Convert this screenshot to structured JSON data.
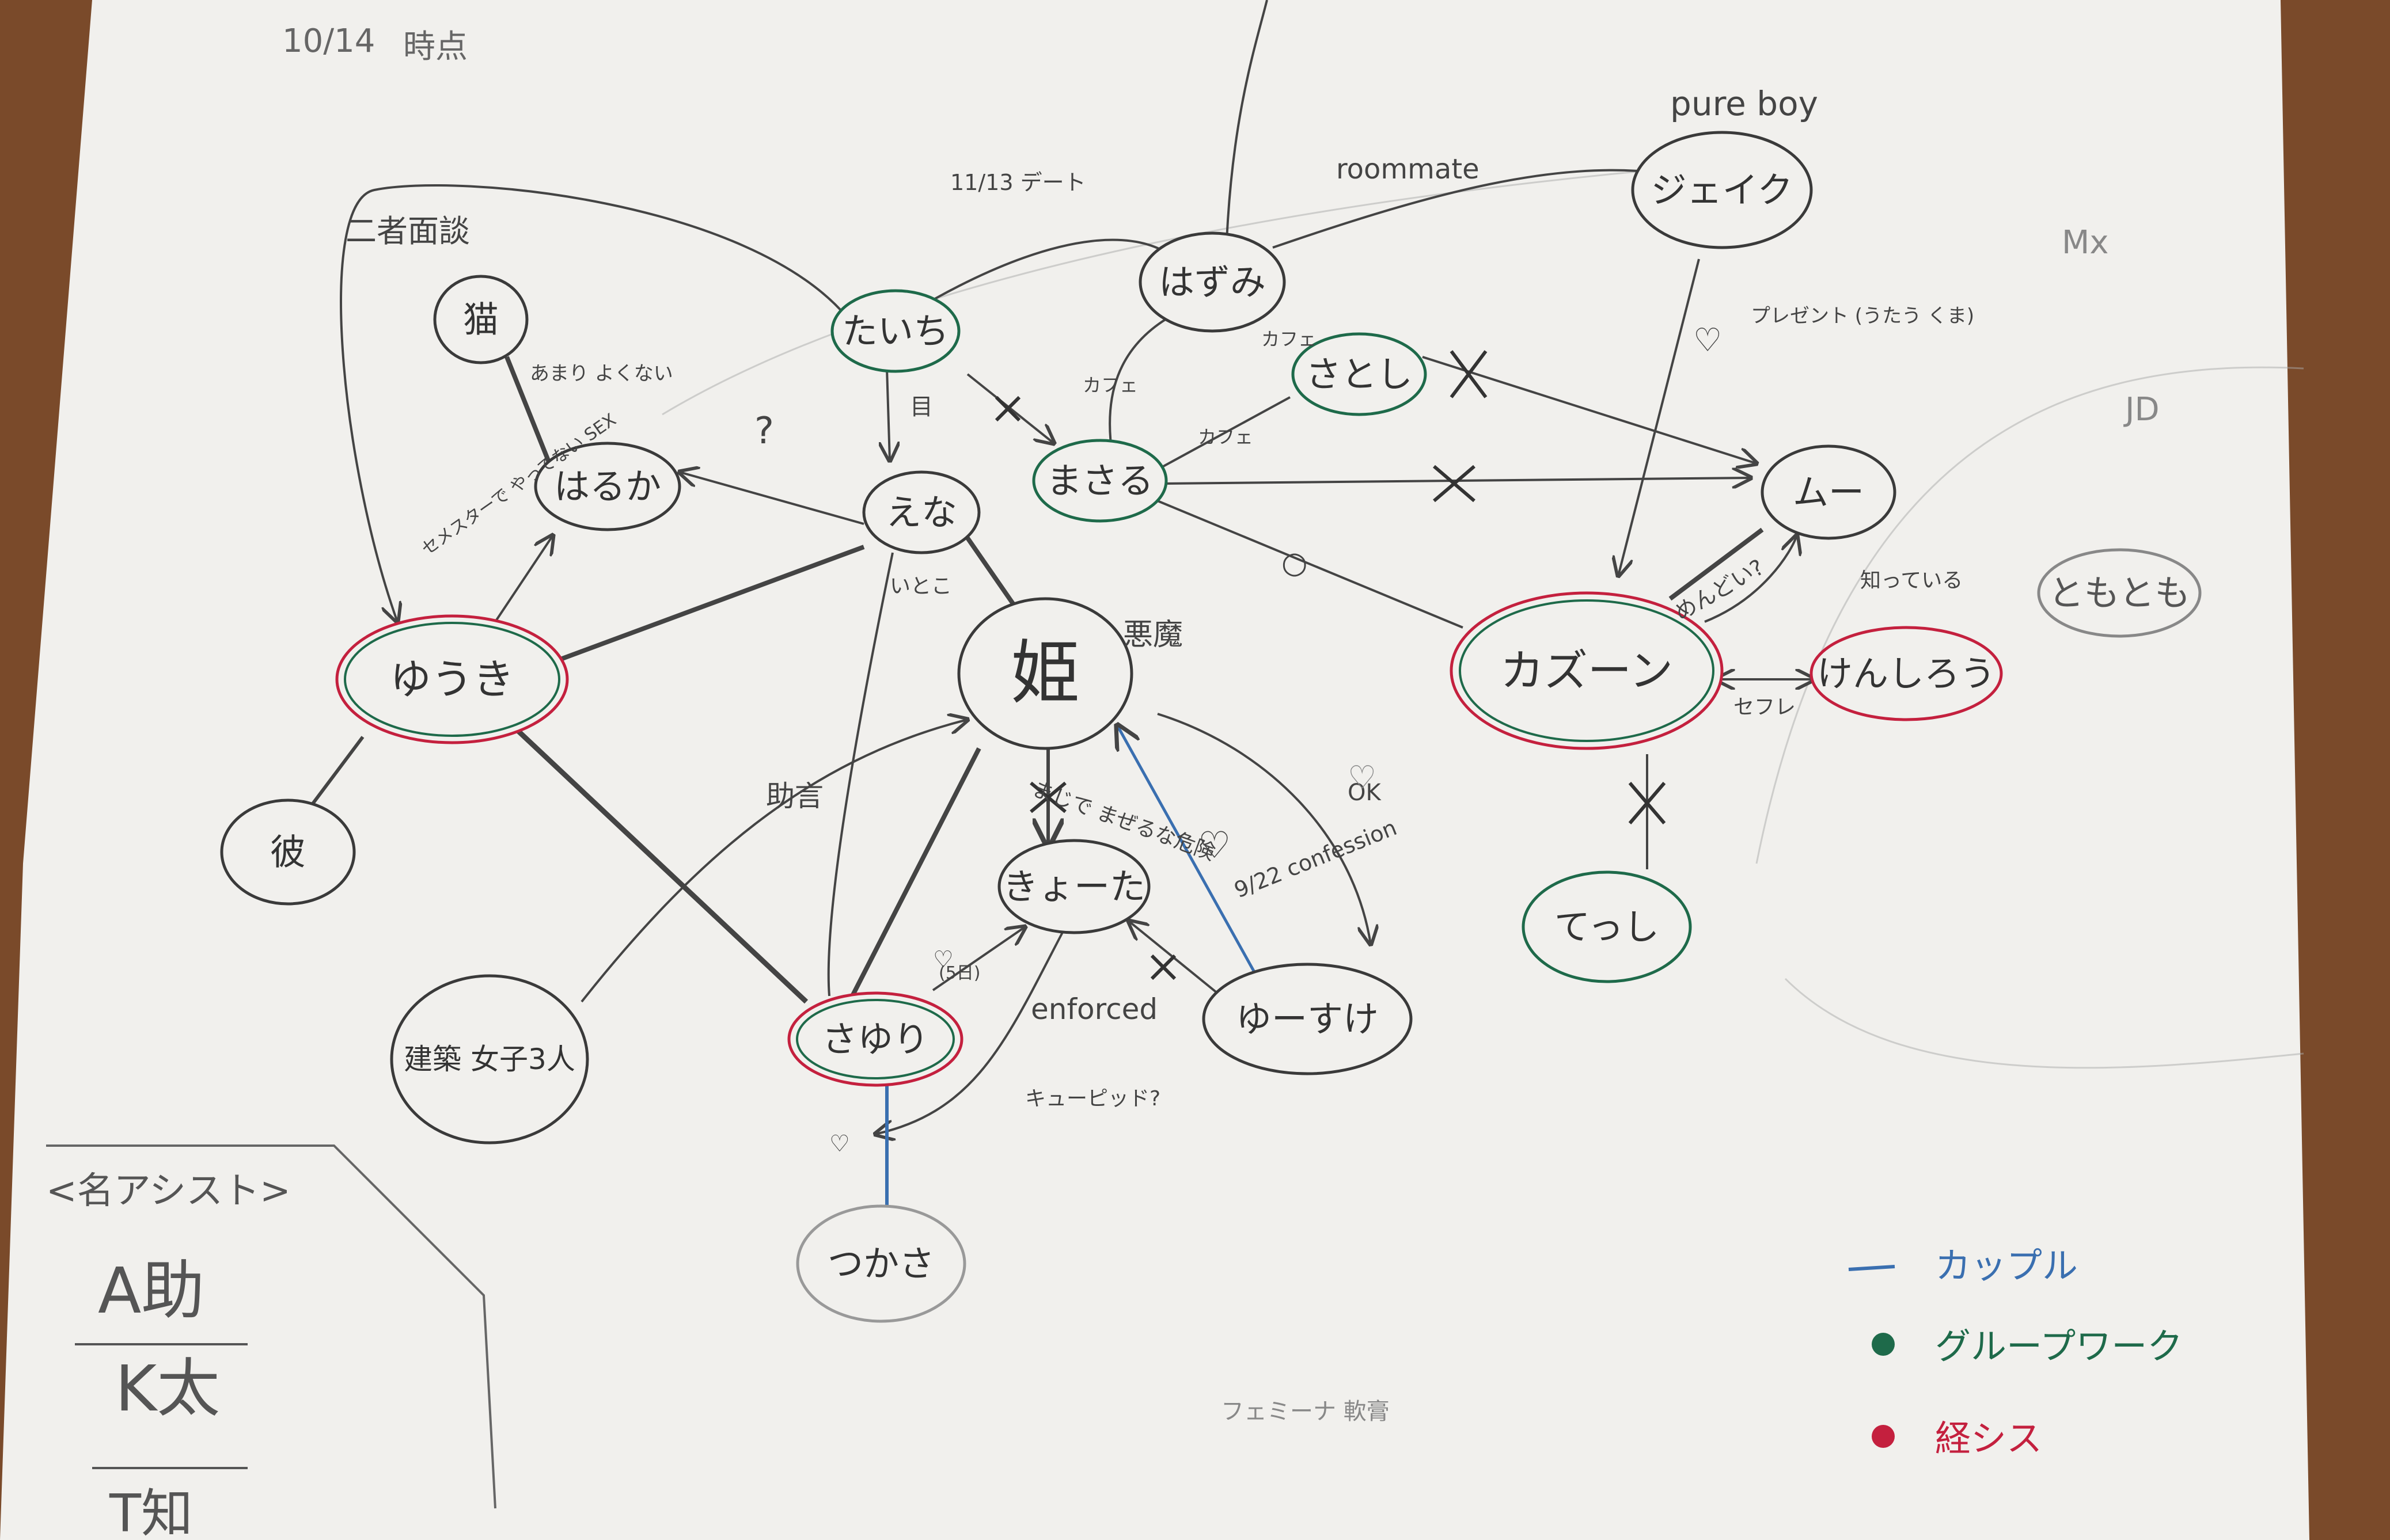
{
  "header": {
    "date": "10/14",
    "status": "時点"
  },
  "corner_marks": {
    "mx": "Mx",
    "jd": "JD"
  },
  "nodes": {
    "nekko": "猫",
    "haruka": "はるか",
    "taichi": "たいち",
    "hazumi": "はずみ",
    "satoshi": "さとし",
    "jake": "ジェイク",
    "masaru": "まさる",
    "ena": "えな",
    "hime": "姫",
    "yuuki": "ゆうき",
    "kare": "彼",
    "kenchiku": "建築 女子3人",
    "sayuri": "さゆり",
    "kyouta": "きょーた",
    "yuusuke": "ゆーすけ",
    "tsukasa": "つかさ",
    "mu": "ムー",
    "kazoon": "カズーン",
    "kenshirou": "けんしろう",
    "tomotomo": "ともとも",
    "tecchi": "てっし"
  },
  "edge_labels": {
    "nishamendan": "二者面談",
    "date1113": "11/13 デート",
    "roommate": "roommate",
    "pureboy": "pure boy",
    "amari": "あまり よくない",
    "question": "?",
    "cafe1": "カフェ",
    "cafe2": "カフェ",
    "cafe3": "カフェ",
    "mu_label": "目",
    "itoko": "いとこ",
    "akuma": "悪魔",
    "sexline": "セメスターで やってない SEX",
    "jogen": "助言",
    "majikon": "まじで まぜるな危険",
    "confession": "9/22 confession",
    "ok": "OK",
    "enforced": "enforced",
    "cupid": "キューピッド?",
    "mendoi": "めんどい?",
    "shitteiru": "知っている",
    "sefure": "セフレ",
    "purezent": "プレゼント (うたう くま)",
    "sayuri_note": "(5日)",
    "heart": "♡",
    "mark_o": "○"
  },
  "assist": {
    "title": "<名アシスト>",
    "items": [
      "A助",
      "K太",
      "T知"
    ]
  },
  "footer_note": "フェミーナ 軟膏",
  "legend": [
    {
      "symbol": "line",
      "label": "カップル",
      "color": "#3a6fb0"
    },
    {
      "symbol": "dot",
      "label": "グループワーク",
      "color": "#1e6a4a"
    },
    {
      "symbol": "dot",
      "label": "経シス",
      "color": "#c4203e"
    }
  ],
  "colors": {
    "pencil": "#3a3a3a",
    "couple": "#3a6fb0",
    "group": "#1e6a4a",
    "keishisu": "#c4203e",
    "paper": "#f3f2ef"
  }
}
